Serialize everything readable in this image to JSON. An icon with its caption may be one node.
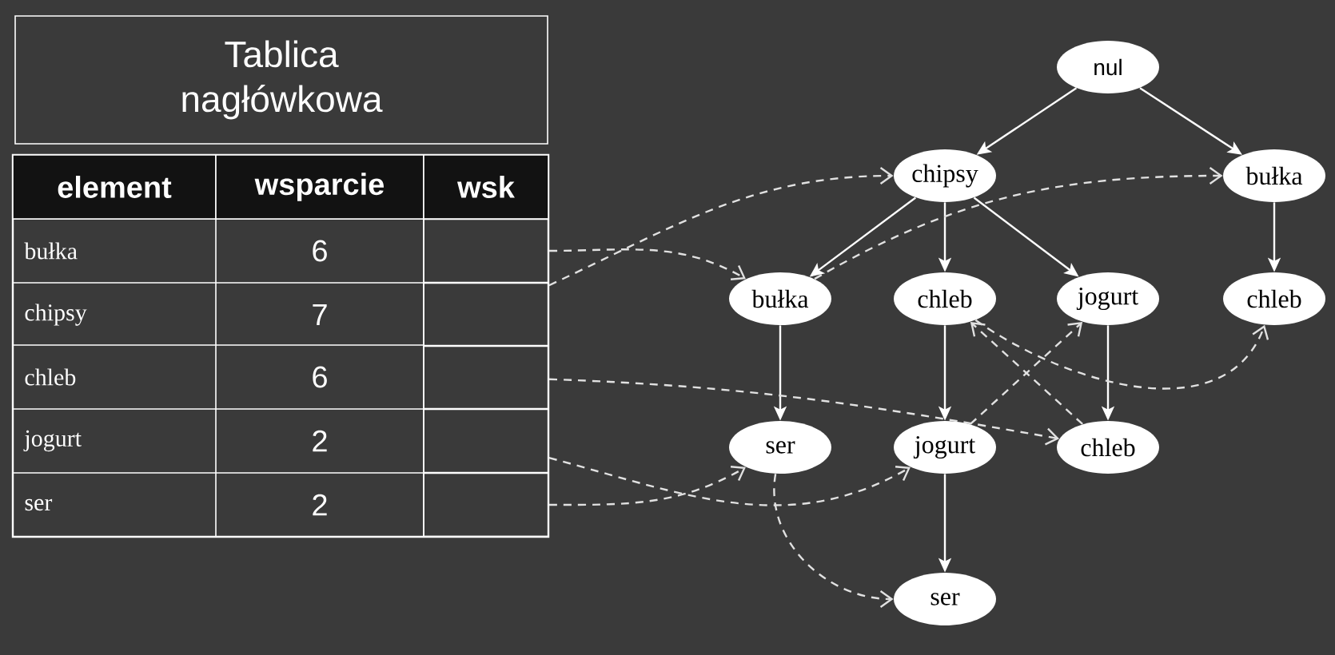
{
  "diagram": {
    "nodes": [
      {
        "text": [
          "Tablica nagłówkowa"
        ]
      },
      {
        "text": [],
        "shape": "box"
      },
      {
        "text": [],
        "shape": "box"
      },
      {
        "text": [],
        "shape": "box"
      },
      {
        "text": [],
        "shape": "box"
      },
      {
        "text": [],
        "shape": "box"
      },
      {
        "text": [
          "nul"
        ]
      },
      {
        "text": [
          "chipsy"
        ]
      },
      {
        "text": [
          "bułka"
        ]
      },
      {
        "text": [
          "bułka"
        ]
      },
      {
        "text": [
          "chleb"
        ]
      },
      {
        "text": [
          "jogurt"
        ]
      },
      {
        "text": [
          "chleb"
        ]
      },
      {
        "text": [
          "ser"
        ]
      },
      {
        "text": [
          "jogurt"
        ]
      },
      {
        "text": [
          "chleb"
        ]
      },
      {
        "text": [
          "ser"
        ]
      }
    ],
    "edges": [
      {
        "from": 6,
        "to": 7,
        "arrow": "to"
      },
      {
        "from": 6,
        "to": 8,
        "arrow": "to"
      },
      {
        "from": 7,
        "to": 9,
        "arrow": "to"
      },
      {
        "from": 7,
        "to": 10,
        "arrow": "to"
      },
      {
        "from": 7,
        "to": 11,
        "arrow": "to"
      },
      {
        "from": 8,
        "to": 12,
        "arrow": "to"
      },
      {
        "from": 9,
        "to": 13,
        "arrow": "to"
      },
      {
        "from": 10,
        "to": 14,
        "arrow": "to"
      },
      {
        "from": 11,
        "to": 15,
        "arrow": "to"
      },
      {
        "from": 14,
        "to": 16,
        "arrow": "to"
      },
      {
        "from": 1,
        "to": 9,
        "arrow": "to",
        "style": "dashed"
      },
      {
        "from": 9,
        "to": 8,
        "arrow": "to",
        "style": "dashed"
      },
      {
        "from": 2,
        "to": 7,
        "arrow": "to",
        "style": "dashed"
      },
      {
        "from": 3,
        "to": 15,
        "arrow": "to",
        "style": "dashed"
      },
      {
        "from": 15,
        "to": 10,
        "arrow": "to",
        "style": "dashed"
      },
      {
        "from": 10,
        "to": 12,
        "arrow": "to",
        "style": "dashed"
      },
      {
        "from": 4,
        "to": 14,
        "arrow": "to",
        "style": "dashed"
      },
      {
        "from": 14,
        "to": 11,
        "arrow": "to",
        "style": "dashed"
      },
      {
        "from": 5,
        "to": 13,
        "arrow": "to",
        "style": "dashed"
      },
      {
        "from": 13,
        "to": 16,
        "arrow": "to",
        "style": "dashed"
      }
    ],
    "labels": [
      "element",
      "wsparcie",
      "wsk",
      "bułka",
      "6",
      "chipsy",
      "7",
      "chleb",
      "6",
      "jogurt",
      "2",
      "ser",
      "2"
    ]
  }
}
